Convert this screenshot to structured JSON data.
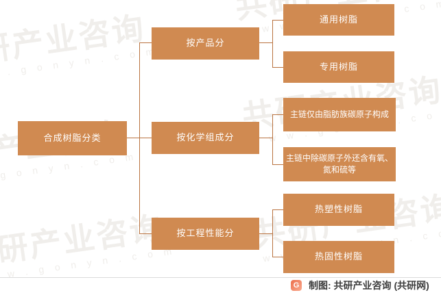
{
  "title": "合成树脂分类",
  "root": {
    "label": "合成树脂分类"
  },
  "branches": [
    {
      "label": "按产品分",
      "children": [
        "通用树脂",
        "专用树脂"
      ]
    },
    {
      "label": "按化学组成分",
      "children": [
        "主链仅由脂肪族碳原子构成",
        "主链中除碳原子外还含有氧、氮和硫等"
      ]
    },
    {
      "label": "按工程性能分",
      "children": [
        "热塑性树脂",
        "热固性树脂"
      ]
    }
  ],
  "watermark": {
    "text": "共研产业咨询",
    "url": "w w w . g o n y n . c o m"
  },
  "footer": {
    "logo_letter": "G",
    "credit": "制图: 共研产业咨询 (共研网)"
  },
  "colors": {
    "node_fill": "#d08a51",
    "node_text": "#ffffff",
    "connector": "#b9723f",
    "watermark": "#f0eeeb",
    "divider": "#dbdbdb",
    "credit_text": "#3b3b3b",
    "logo_gradient_start": "#ec6f4d",
    "logo_gradient_end": "#f9a98d"
  }
}
